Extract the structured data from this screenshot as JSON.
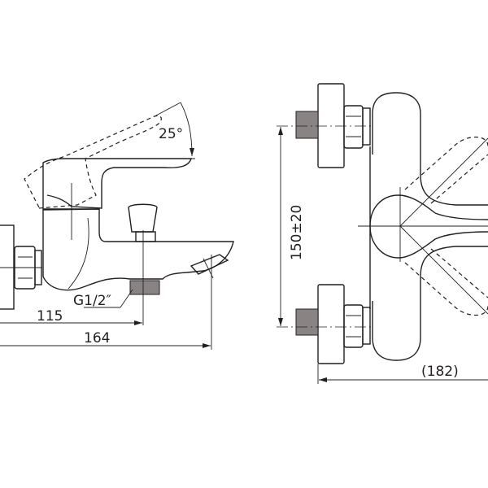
{
  "side_view": {
    "angle_label": "25°",
    "thread_label": "G1/2″",
    "dim_outlet": "115",
    "dim_spout": "164"
  },
  "front_view": {
    "dim_inlet_spacing": "150±20",
    "dim_projection": "(182)"
  },
  "colors": {
    "line": "#231f20",
    "thread_fill": "#8a8383",
    "background": "#ffffff"
  }
}
